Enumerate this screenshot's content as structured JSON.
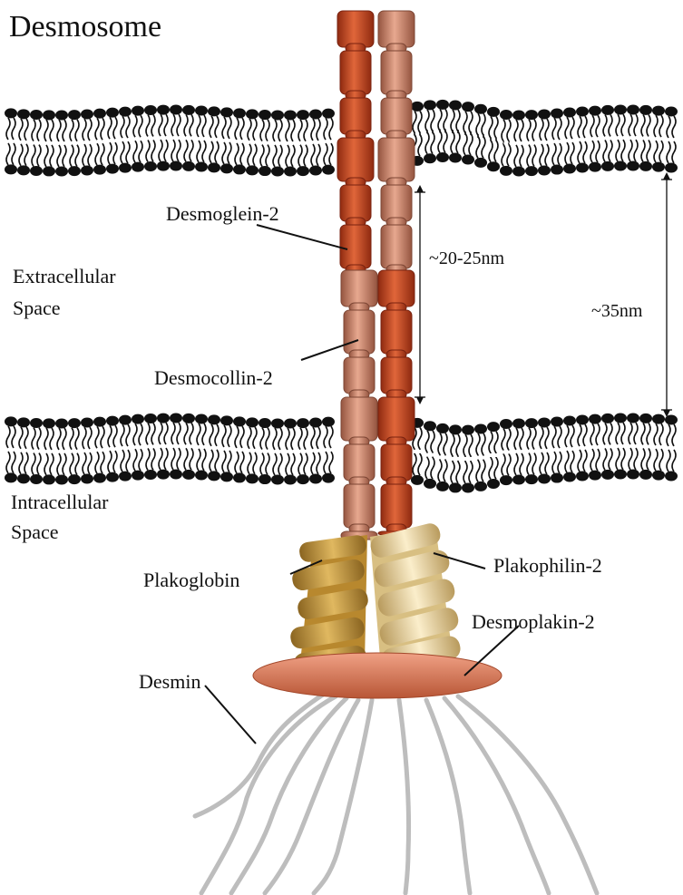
{
  "title": "Desmosome",
  "labels": {
    "desmoglein": "Desmoglein-2",
    "desmocollin": "Desmocollin-2",
    "extracellular_line1": "Extracellular",
    "extracellular_line2": "Space",
    "intracellular_line1": "Intracellular",
    "intracellular_line2": "Space",
    "plakoglobin": "Plakoglobin",
    "plakophilin": "Plakophilin-2",
    "desmoplakin": "Desmoplakin-2",
    "desmin": "Desmin",
    "gap_inner": "~20-25nm",
    "gap_outer": "~35nm"
  },
  "colors": {
    "desmoglein": "#c8471f",
    "desmocollin": "#c98066",
    "plakoglobin": "#c99a3a",
    "plakophilin": "#e8d39c",
    "desmoplakin": "#d9714f",
    "desmin": "#b8b8b8",
    "lipid": "#111111"
  }
}
